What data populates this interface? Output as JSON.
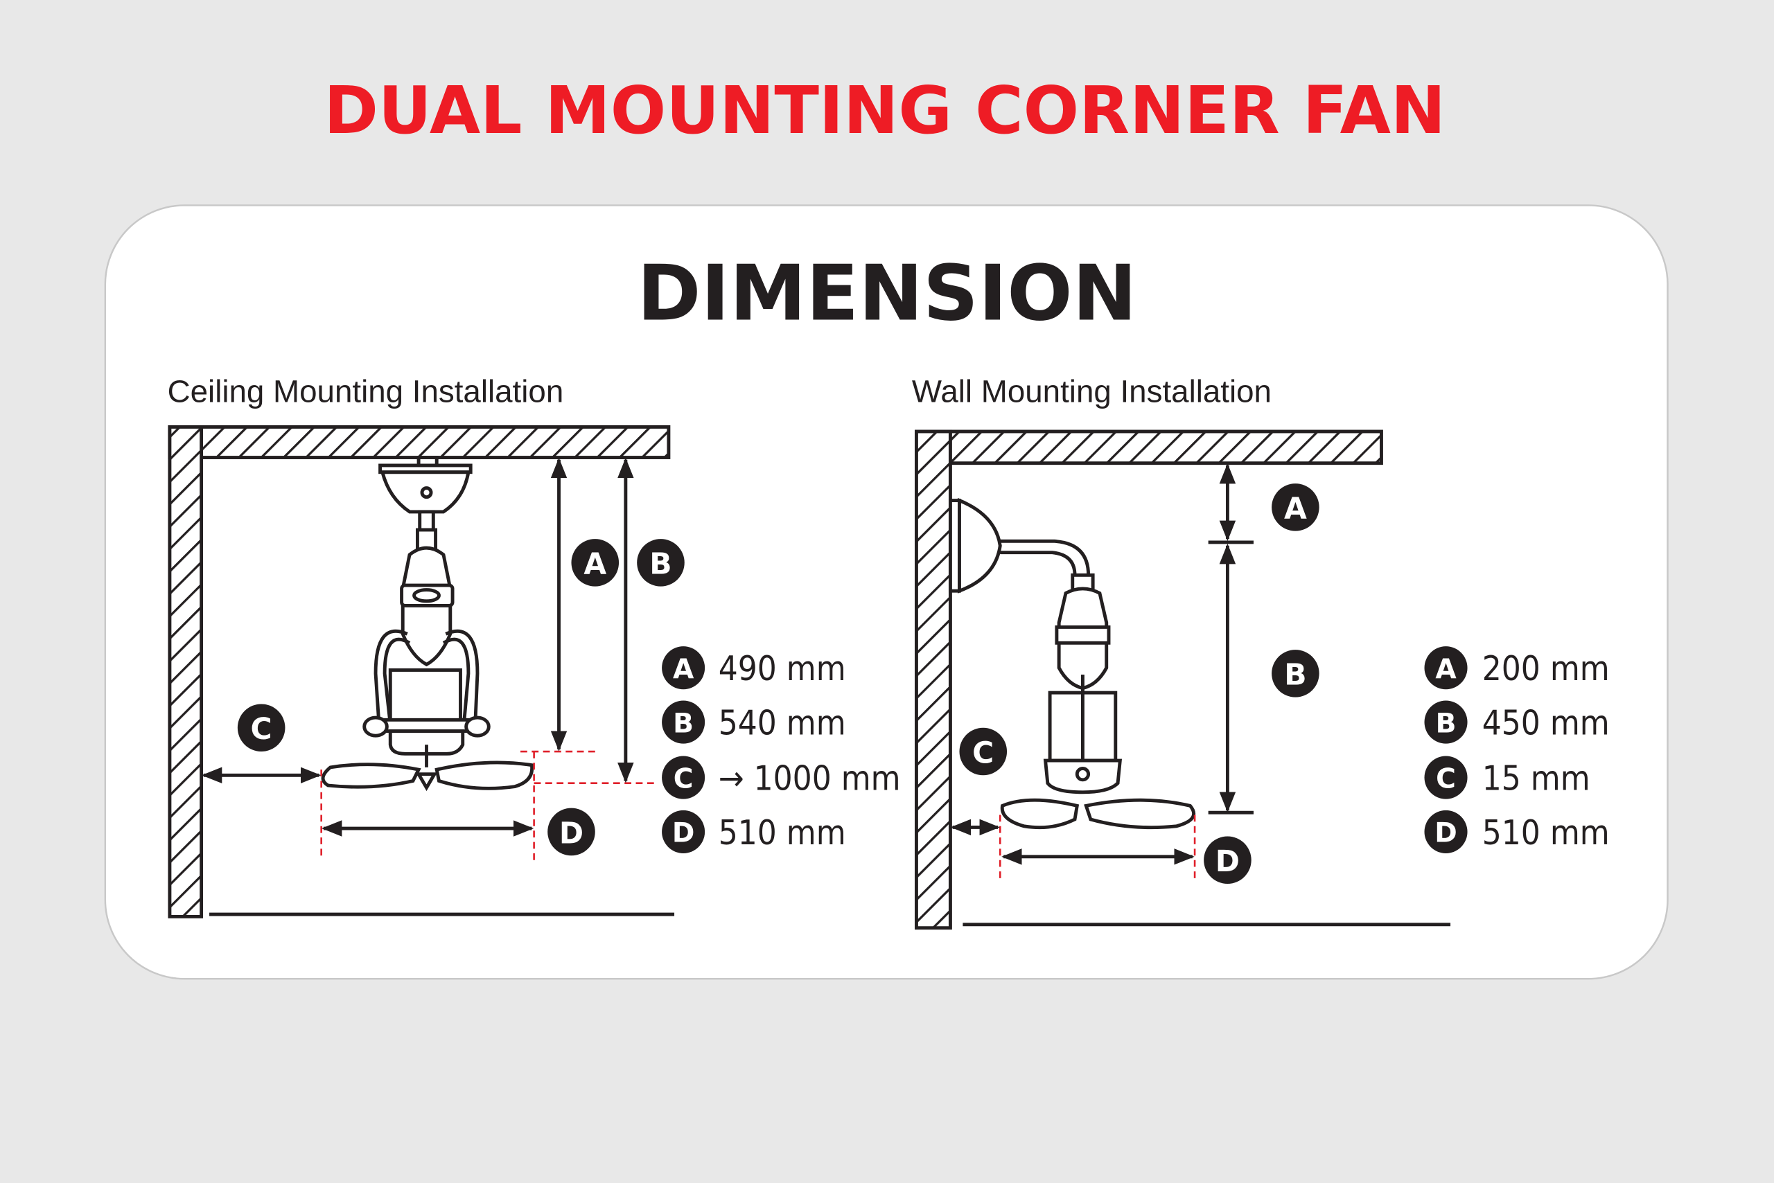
{
  "title": "DUAL MOUNTING CORNER FAN",
  "heading": "DIMENSION",
  "ceiling": {
    "subtitle": "Ceiling Mounting Installation",
    "legend": [
      {
        "key": "A",
        "value": "490 mm"
      },
      {
        "key": "B",
        "value": "540 mm"
      },
      {
        "key": "C",
        "value": "→ 1000 mm"
      },
      {
        "key": "D",
        "value": "510 mm"
      }
    ]
  },
  "wall": {
    "subtitle": "Wall Mounting Installation",
    "legend": [
      {
        "key": "A",
        "value": "200 mm"
      },
      {
        "key": "B",
        "value": "450 mm"
      },
      {
        "key": "C",
        "value": "15 mm"
      },
      {
        "key": "D",
        "value": "510 mm"
      }
    ]
  },
  "colors": {
    "title": "#ee1c25",
    "text": "#231f20",
    "guide": "#e0202a"
  }
}
